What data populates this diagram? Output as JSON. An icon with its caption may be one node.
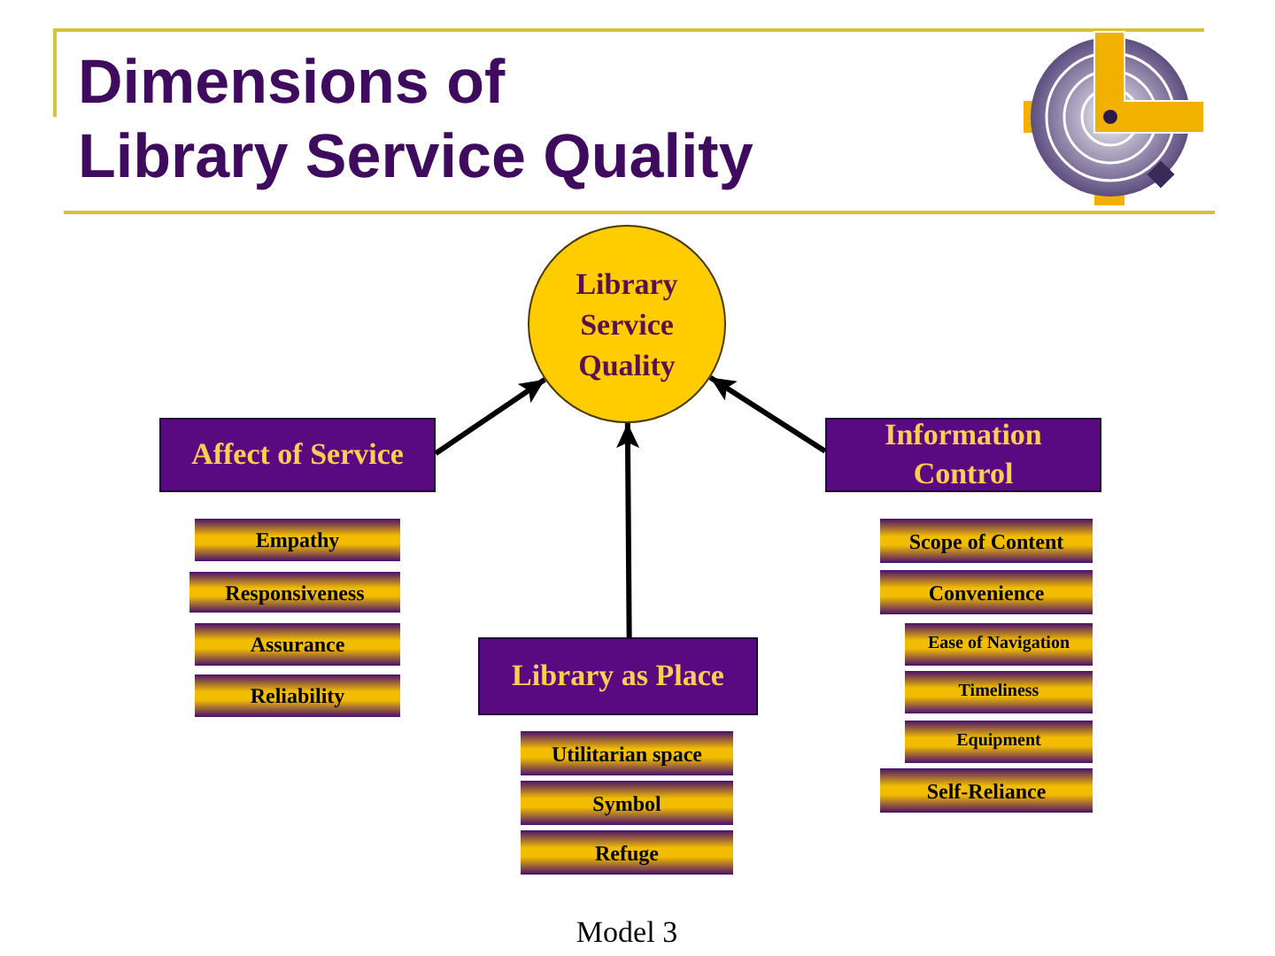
{
  "diagram": {
    "title": "Dimensions of Library Service Quality",
    "caption": "Model 3",
    "nodes": [
      {
        "text": [
          "Library Service Quality"
        ]
      },
      {
        "text": [
          "Affect of Service"
        ]
      },
      {
        "text": [
          "Information Control"
        ]
      },
      {
        "text": [
          "Empathy"
        ]
      },
      {
        "text": [
          "Responsiveness"
        ]
      },
      {
        "text": [
          "Assurance"
        ]
      },
      {
        "text": [
          "Reliability"
        ]
      },
      {
        "text": [
          "Library as Place"
        ]
      },
      {
        "text": [
          "Utilitarian space"
        ]
      },
      {
        "text": [
          "Symbol"
        ]
      },
      {
        "text": [
          "Refuge"
        ]
      },
      {
        "text": [
          "Scope of Content"
        ]
      },
      {
        "text": [
          "Convenience"
        ]
      },
      {
        "text": [
          "Ease of Navigation"
        ]
      },
      {
        "text": [
          "Timeliness"
        ]
      },
      {
        "text": [
          "Equipment"
        ]
      },
      {
        "text": [
          "Self-Reliance"
        ]
      }
    ],
    "edges": [
      {
        "from": 1,
        "to": 0,
        "arrow": "to"
      },
      {
        "from": 7,
        "to": 0,
        "arrow": "to"
      },
      {
        "from": 2,
        "to": 0,
        "arrow": "to"
      }
    ]
  }
}
